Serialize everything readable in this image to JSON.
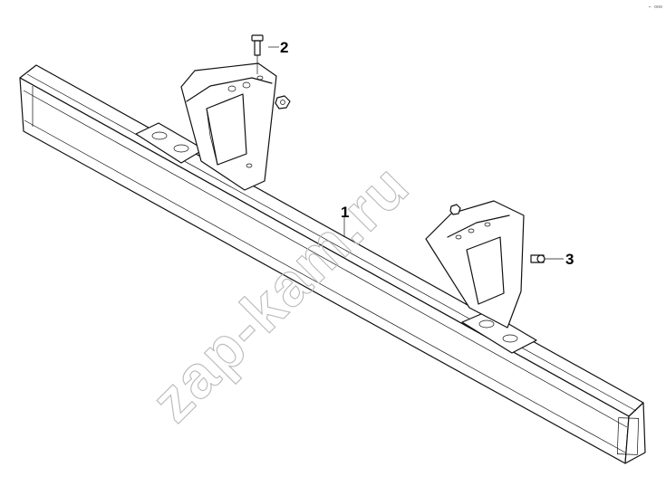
{
  "diagram": {
    "corner_code": "⌐ ооо",
    "watermark": "zap-kam.ru",
    "callouts": [
      {
        "id": "1",
        "label": "1"
      },
      {
        "id": "2",
        "label": "2"
      },
      {
        "id": "3",
        "label": "3"
      }
    ]
  }
}
